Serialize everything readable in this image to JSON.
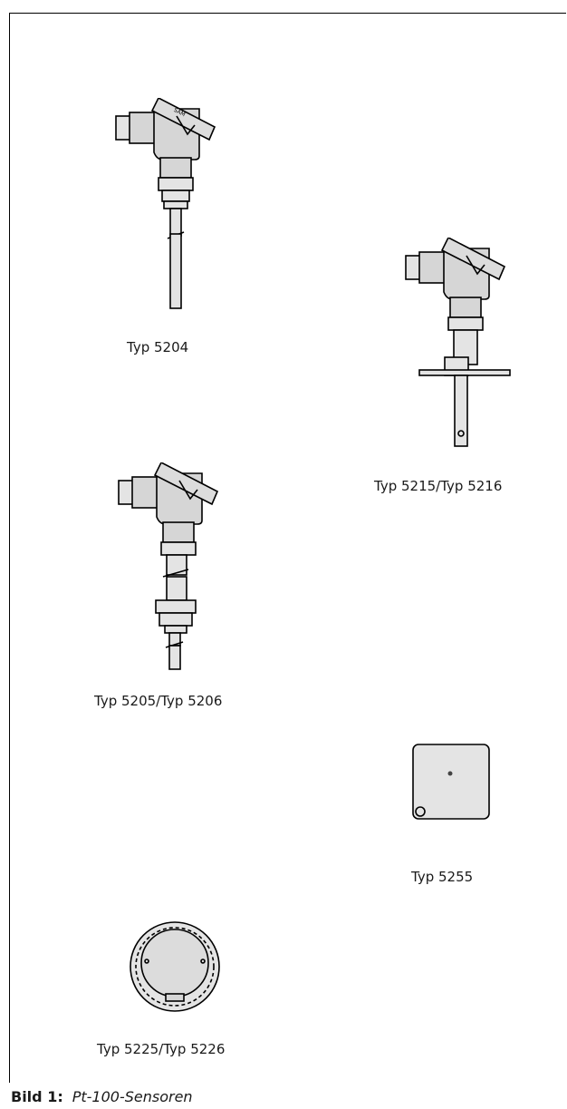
{
  "figures": [
    {
      "label": "Typ 5204"
    },
    {
      "label": "Typ 5215/Typ 5216"
    },
    {
      "label": "Typ 5205/Typ 5206"
    },
    {
      "label": "Typ 5255"
    },
    {
      "label": "Typ 5225/Typ 5226"
    }
  ],
  "caption": {
    "number": "Bild 1:",
    "title": "Pt-100-Sensoren"
  }
}
